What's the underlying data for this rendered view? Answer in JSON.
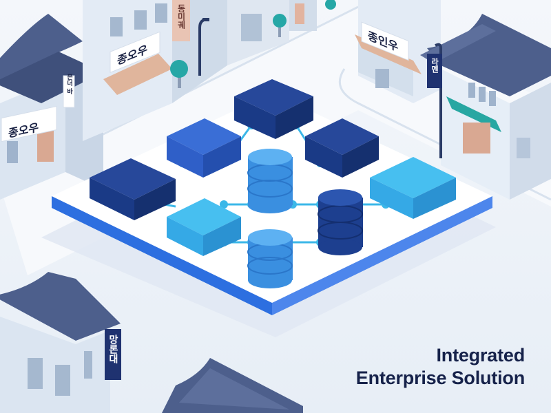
{
  "caption": {
    "line1": "Integrated",
    "line2": "Enterprise Solution"
  },
  "signs": {
    "top_left_shop": "종오우",
    "top_center_vertical": "동미궤",
    "top_right_shop": "종인우",
    "left_building": "종오우",
    "left_vertical_small": "믄더 바",
    "right_vertical_pole": "라멘",
    "bottom_left_vertical": "망론대"
  },
  "colors": {
    "navy_block": "#1a3a86",
    "mid_block": "#2f5fc8",
    "cyan_block": "#35a9e6",
    "platform_edge": "#2d6fe0",
    "connector": "#3bb7e8",
    "roof": "#4d5f8c",
    "building": "#dfe8f2",
    "caption_text": "#16224a"
  },
  "illustration": {
    "blocks": [
      "navy-block",
      "navy-block",
      "mid-block",
      "navy-block",
      "cyan-block",
      "cyan-block"
    ],
    "databases": [
      "light-database",
      "navy-database",
      "light-database"
    ]
  }
}
